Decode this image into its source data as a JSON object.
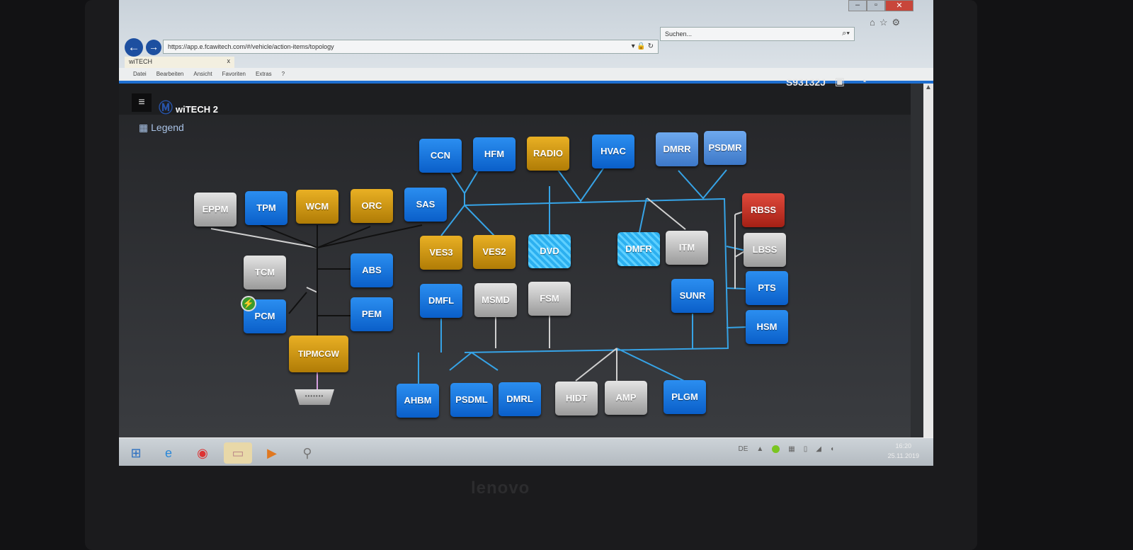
{
  "browser": {
    "url": "https://app.e.fcawitech.com/#/vehicle/action-items/topology",
    "search_placeholder": "Suchen...",
    "tab_title": "wiTECH",
    "tab_close": "x",
    "menu": [
      "Datei",
      "Bearbeiten",
      "Ansicht",
      "Favoriten",
      "Extras",
      "?"
    ]
  },
  "app": {
    "title": "wiTECH 2",
    "vin": "S93132J",
    "legend_label": "Legend"
  },
  "topology": {
    "modules": [
      {
        "label": "CCN",
        "color": "blue"
      },
      {
        "label": "HFM",
        "color": "blue"
      },
      {
        "label": "RADIO",
        "color": "gold"
      },
      {
        "label": "HVAC",
        "color": "blue"
      },
      {
        "label": "DMRR",
        "color": "lblue"
      },
      {
        "label": "PSDMR",
        "color": "lblue"
      },
      {
        "label": "EPPM",
        "color": "gray"
      },
      {
        "label": "TPM",
        "color": "blue"
      },
      {
        "label": "WCM",
        "color": "gold"
      },
      {
        "label": "ORC",
        "color": "gold"
      },
      {
        "label": "SAS",
        "color": "blue"
      },
      {
        "label": "VES3",
        "color": "gold"
      },
      {
        "label": "VES2",
        "color": "gold"
      },
      {
        "label": "DVD",
        "color": "cyan"
      },
      {
        "label": "DMFR",
        "color": "cyan"
      },
      {
        "label": "ITM",
        "color": "gray"
      },
      {
        "label": "RBSS",
        "color": "red"
      },
      {
        "label": "LBSS",
        "color": "gray"
      },
      {
        "label": "PTS",
        "color": "blue"
      },
      {
        "label": "HSM",
        "color": "blue"
      },
      {
        "label": "TCM",
        "color": "gray"
      },
      {
        "label": "PCM",
        "color": "blue"
      },
      {
        "label": "ABS",
        "color": "blue"
      },
      {
        "label": "PEM",
        "color": "blue"
      },
      {
        "label": "DMFL",
        "color": "blue"
      },
      {
        "label": "MSMD",
        "color": "gray"
      },
      {
        "label": "FSM",
        "color": "gray"
      },
      {
        "label": "SUNR",
        "color": "blue"
      },
      {
        "label": "TIPMCGW",
        "color": "gold"
      },
      {
        "label": "AHBM",
        "color": "blue"
      },
      {
        "label": "PSDML",
        "color": "blue"
      },
      {
        "label": "DMRL",
        "color": "blue"
      },
      {
        "label": "HIDT",
        "color": "gray"
      },
      {
        "label": "AMP",
        "color": "gray"
      },
      {
        "label": "PLGM",
        "color": "blue"
      }
    ]
  },
  "taskbar": {
    "language": "DE",
    "time": "16:20",
    "date": "25.11.2019"
  },
  "laptop_brand": "lenovo"
}
